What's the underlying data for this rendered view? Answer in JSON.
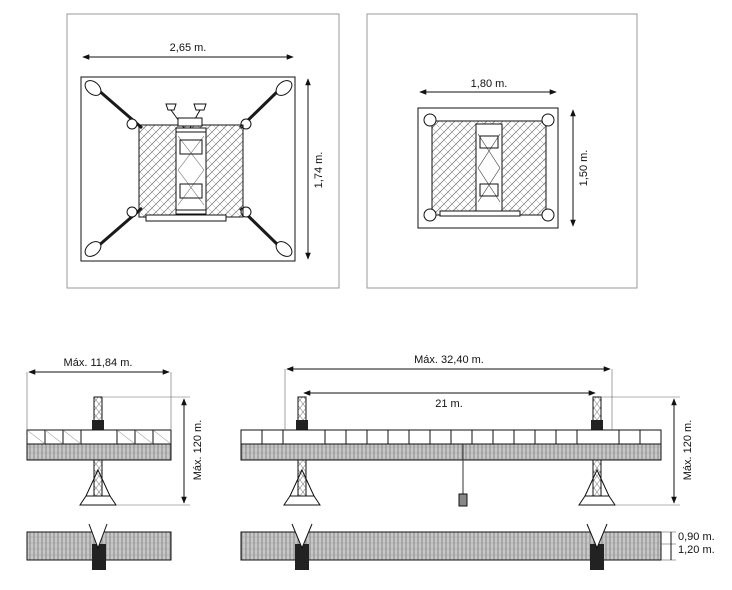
{
  "labels": {
    "top_left_width": "2,65 m.",
    "top_left_height": "1,74 m.",
    "top_right_width": "1,80 m.",
    "top_right_height": "1,50 m.",
    "bottom_left_width": "Máx. 11,84 m.",
    "bottom_left_height": "Máx. 120 m.",
    "bottom_right_width": "Máx. 32,40 m.",
    "bottom_right_span": "21 m.",
    "bottom_right_height": "Máx. 120 m.",
    "plank_height_top": "0,90 m.",
    "plank_height_bottom": "1,20 m."
  },
  "colors": {
    "line": "#1a1a1a",
    "frame": "#9a9a9a",
    "hatch": "#7a7a7a",
    "mast": "#222222"
  }
}
